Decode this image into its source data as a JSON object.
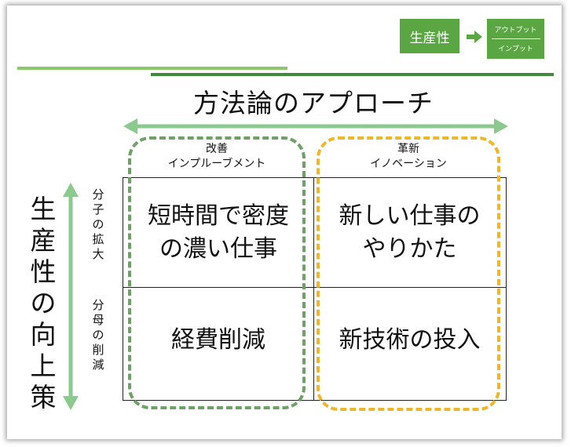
{
  "formula": {
    "left": "生産性",
    "numerator": "アウトプット",
    "denominator": "インプット"
  },
  "title": "方法論のアプローチ",
  "axis": {
    "vertical_title": [
      "生",
      "産",
      "性",
      "の",
      "向",
      "上",
      "策"
    ]
  },
  "rows": [
    {
      "label": [
        "分",
        "子",
        "の",
        "拡",
        "大"
      ]
    },
    {
      "label": [
        "分",
        "母",
        "の",
        "削",
        "減"
      ]
    }
  ],
  "columns": [
    {
      "name": "改善",
      "sub": "インプルーブメント"
    },
    {
      "name": "革新",
      "sub": "イノベーション"
    }
  ],
  "cells": {
    "r1c1": [
      "短時間で密度",
      "の濃い仕事"
    ],
    "r1c2": [
      "新しい仕事の",
      "やりかた"
    ],
    "r2c1": [
      "経費削減"
    ],
    "r2c2": [
      "新技術の投入"
    ]
  },
  "colors": {
    "accent_green": "#5aa642",
    "arrow_green": "#8bc98e",
    "frame_green": "#6ea067",
    "frame_yellow": "#eeb728",
    "rule_dark": "#3f8b3a",
    "rule_light": "#8bc86a"
  }
}
